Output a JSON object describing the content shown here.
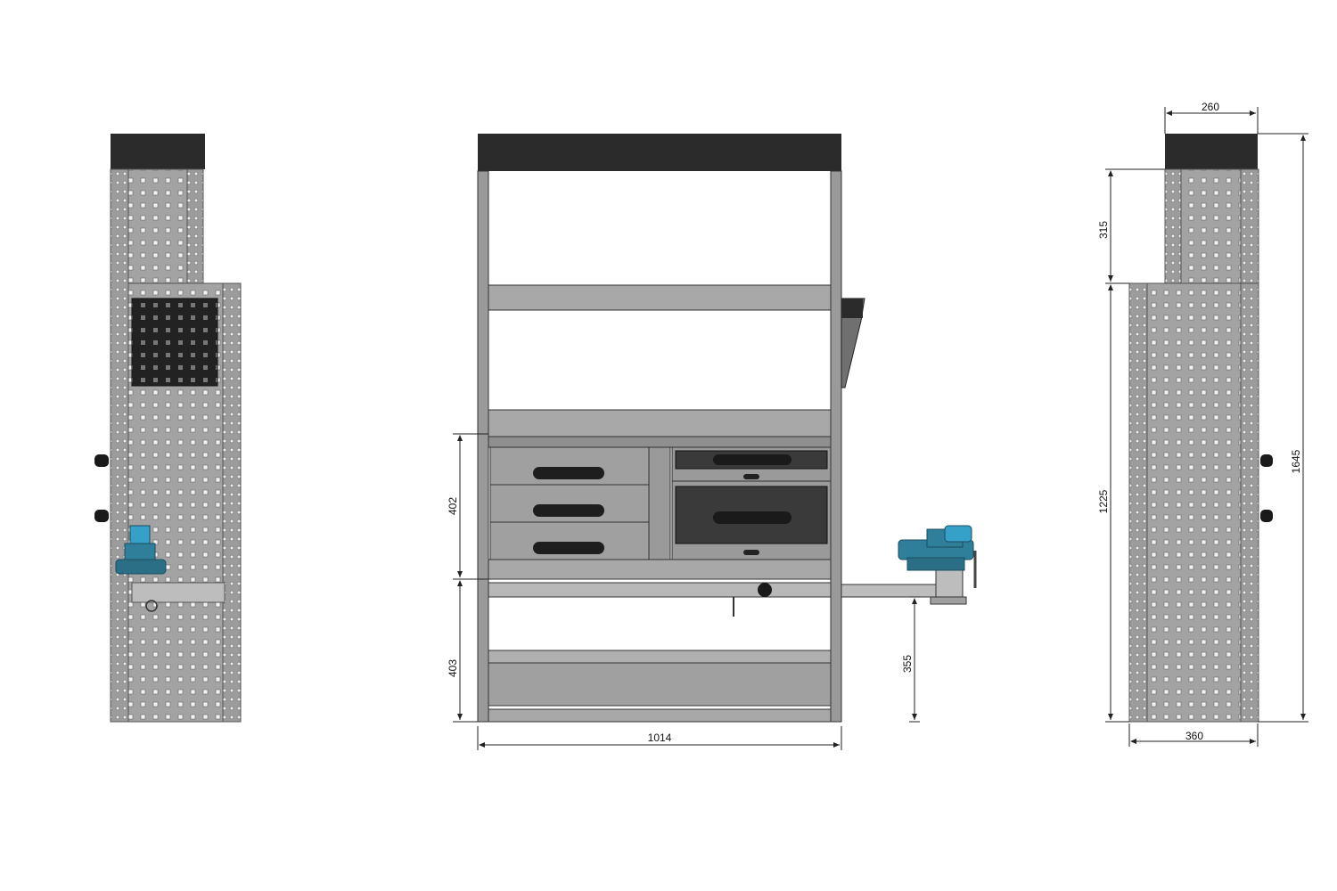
{
  "dimensions": {
    "front_width": "1014",
    "upper_drawer_height": "402",
    "lower_section_height": "403",
    "vice_height": "355",
    "side_top_width": "260",
    "side_top_height": "315",
    "side_body_height": "1225",
    "total_height": "1645",
    "side_bottom_width": "360"
  },
  "colors": {
    "frame_dark": "#2b2b2b",
    "panel_gray": "#9a9a9a",
    "panel_light": "#bdbdbd",
    "vice_blue": "#2f7e9a",
    "dim_line": "#222222"
  },
  "icons": [
    "vice-icon",
    "knob-icon",
    "drawer-handle-icon"
  ]
}
